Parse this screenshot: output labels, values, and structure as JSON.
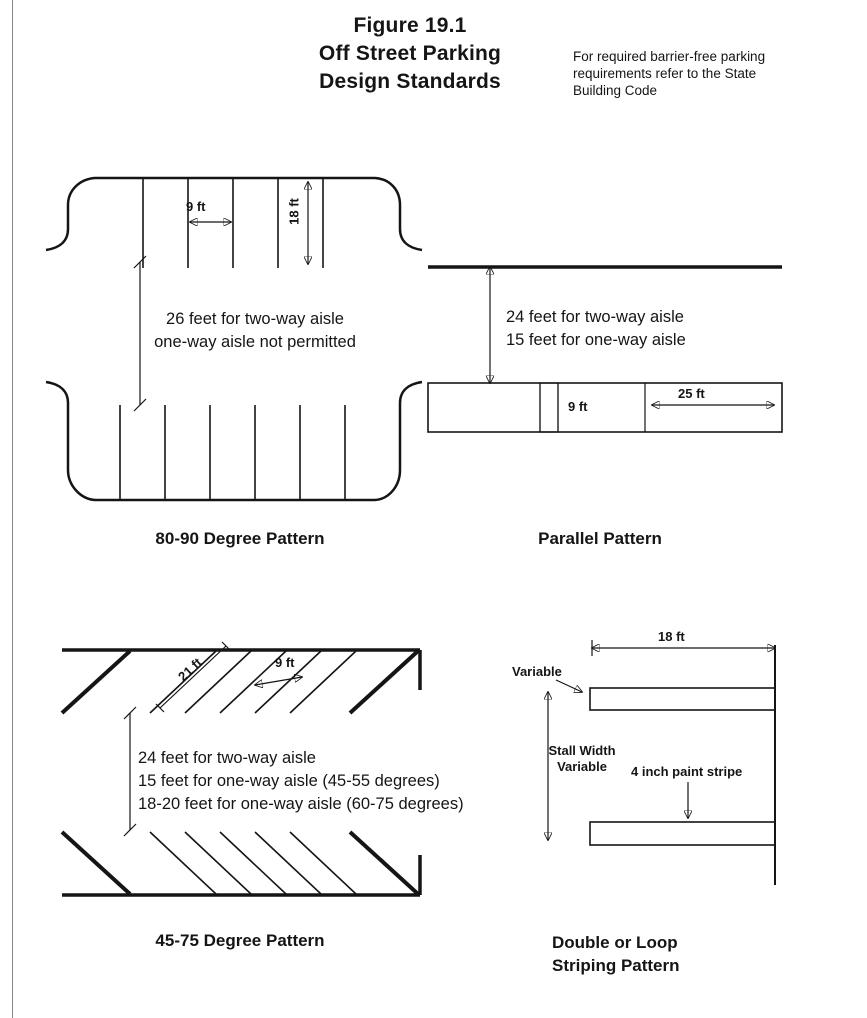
{
  "header": {
    "title_line1": "Figure 19.1",
    "title_line2": "Off Street Parking",
    "title_line3": "Design Standards",
    "note": "For required barrier-free parking requirements refer to the State Building Code"
  },
  "pattern_8090": {
    "dim_9ft": "9 ft",
    "dim_18ft": "18 ft",
    "aisle_line1": "26 feet for two-way aisle",
    "aisle_line2": "one-way aisle not permitted",
    "caption": "80-90 Degree Pattern"
  },
  "parallel": {
    "aisle_line1": "24 feet for two-way aisle",
    "aisle_line2": "15 feet for one-way aisle",
    "dim_9ft": "9 ft",
    "dim_25ft": "25 ft",
    "caption": "Parallel Pattern"
  },
  "pattern_4575": {
    "dim_21ft": "21 ft",
    "dim_9ft": "9 ft",
    "aisle_line1": "24 feet for two-way aisle",
    "aisle_line2": "15 feet for one-way aisle (45-55 degrees)",
    "aisle_line3": "18-20 feet for one-way aisle (60-75 degrees)",
    "caption": "45-75 Degree Pattern"
  },
  "double_loop": {
    "dim_18ft": "18 ft",
    "variable_label": "Variable",
    "stall_width_line1": "Stall Width",
    "stall_width_line2": "Variable",
    "paint_stripe_label": "4 inch paint stripe",
    "caption_line1": "Double or Loop",
    "caption_line2": "Striping Pattern"
  },
  "colors": {
    "ink": "#151515",
    "background": "#ffffff"
  }
}
